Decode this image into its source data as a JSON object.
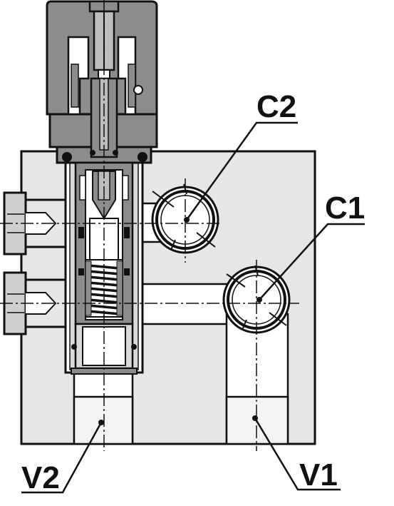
{
  "labels": {
    "c2": "C2",
    "c1": "C1",
    "v2": "V2",
    "v1": "V1"
  },
  "colors": {
    "body_fill": "#e6e6e6",
    "cartridge_fill": "#8c8c8c",
    "outline": "#111111",
    "bore_fill": "#ffffff"
  }
}
